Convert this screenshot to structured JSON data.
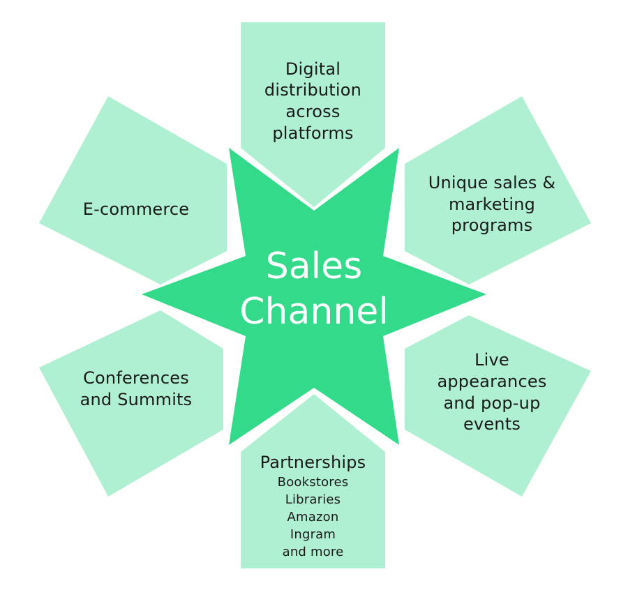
{
  "center": {
    "line1": "Sales",
    "line2": "Channel"
  },
  "segments": {
    "top": [
      "Digital",
      "distribution",
      "across",
      "platforms"
    ],
    "top_right": [
      "Unique sales &",
      "marketing",
      "programs"
    ],
    "bottom_right": [
      "Live",
      "appearances",
      "and pop-up",
      "events"
    ],
    "bottom": {
      "title": "Partnerships",
      "items": [
        "Bookstores",
        "Libraries",
        "Amazon",
        "Ingram",
        "and more"
      ]
    },
    "bottom_left": [
      "Conferences",
      "and Summits"
    ],
    "top_left": [
      "E-commerce"
    ]
  },
  "colors": {
    "star": "#33da89",
    "segment": "#b0f0d2",
    "center_text": "#ffffff",
    "segment_text": "#1a1a1a"
  }
}
